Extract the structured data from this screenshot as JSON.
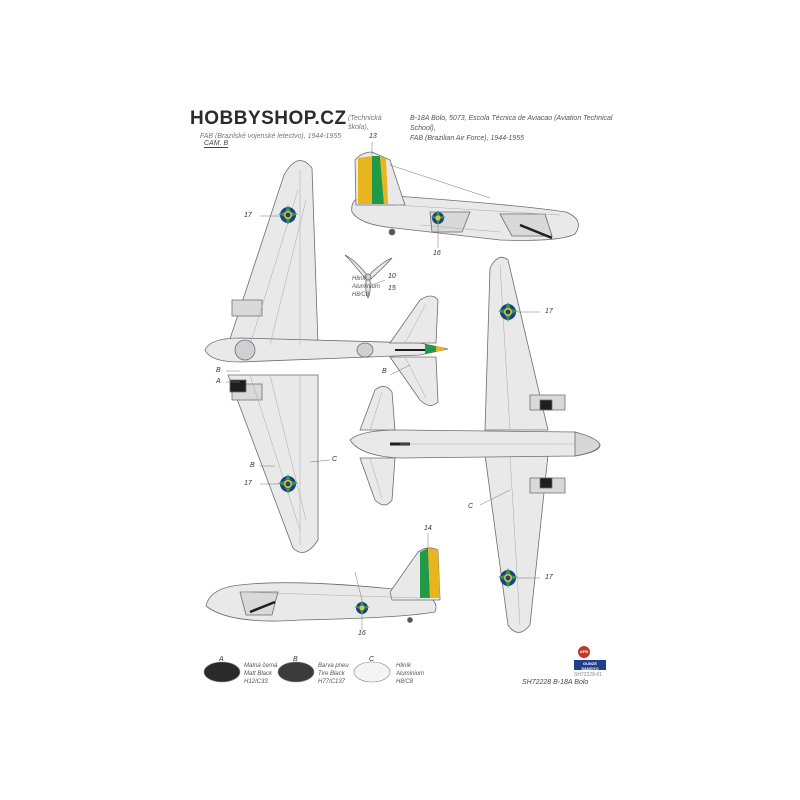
{
  "header": {
    "brand": "HOBBYSHOP.CZ",
    "left_caption_line1": "(Technická škola),",
    "left_caption_line2": "FAB (Brazilské vojenské letectvo), 1944-1955",
    "right_caption_line1": "B-18A Bolo, 5073, Escola Técnica de Aviacao (Aviation Technical School),",
    "right_caption_line2": "FAB (Brazilian Air Force), 1944-1955",
    "cam_label": "CAM. B"
  },
  "callouts": {
    "c13": "13",
    "c14": "14",
    "c16a": "16",
    "c16b": "16",
    "c17a": "17",
    "c17b": "17",
    "c17c": "17",
    "c17d": "17",
    "c10": "10",
    "c15": "15",
    "B1": "B",
    "A1": "A",
    "B2": "B",
    "C1": "C",
    "B3": "B",
    "C2": "C",
    "prop_note_line1": "Hliník",
    "prop_note_line2": "Aluminium",
    "prop_note_line3": "H8/C8"
  },
  "paints": [
    {
      "letter": "A",
      "line1": "Matná černá",
      "line2": "Matt Black",
      "line3": "H12/C33",
      "color": "#2a2a2a"
    },
    {
      "letter": "B",
      "line1": "Barva pneu",
      "line2": "Tire Black",
      "line3": "H77/C137",
      "color": "#3a3a3a"
    },
    {
      "letter": "C",
      "line1": "Hliník",
      "line2": "Aluminium",
      "line3": "H8/C8",
      "color": "#f4f4f4"
    }
  ],
  "footer": {
    "code": "SH72228-01",
    "title": "SH72228 B-18A Bolo",
    "logo1": "AFB",
    "logo2": "GUNZE SANGYO"
  },
  "colors": {
    "aircraft_fill": "#e9e9ea",
    "panel_line": "#a9a9ab",
    "outline": "#6d6d70",
    "rudder_green": "#1f9a46",
    "rudder_yellow": "#e9b51c",
    "roundel_blue": "#1f3f8a",
    "roundel_yellow": "#e6c52a",
    "roundel_green": "#2b9a4a",
    "black": "#1e1e1e"
  }
}
